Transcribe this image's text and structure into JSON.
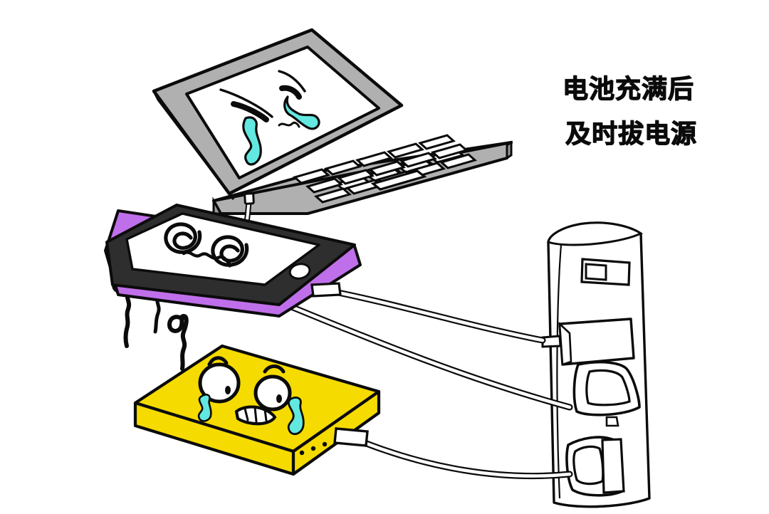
{
  "illustration": {
    "title": "battery-charging-safety-cartoon",
    "style": "hand-drawn ink cartoon on white background",
    "background_color": "#ffffff",
    "ink_color": "#0b0b0b"
  },
  "caption": {
    "line1": "电池充满后",
    "line2": "及时拔电源",
    "full_text": "电池充满后 及时拔电源",
    "color": "#0b0b0b"
  },
  "palette": {
    "laptop_gray": "#b0b0b0",
    "laptop_gray_dark": "#9a9a9a",
    "phone_purple": "#c06fea",
    "phone_purple_dark": "#a957d4",
    "phone_bezel_black": "#2e2e2e",
    "powerbank_yellow": "#f5db00",
    "powerbank_yellow_dark": "#e2c800",
    "tear_cyan": "#62e8e0",
    "screen_white": "#ffffff",
    "outline": "#0b0b0b"
  },
  "devices": [
    {
      "id": "laptop",
      "name": "laptop",
      "body_color": "#b0b0b0",
      "screen_color": "#ffffff",
      "face_expression": "crying",
      "face_parts": [
        "closed-squinting-eyes",
        "cyan-tear-streams",
        "small-wavy-mouth"
      ],
      "has_keyboard": true,
      "keyboard_rows": 4,
      "has_trackpad": true,
      "charging": true
    },
    {
      "id": "phone",
      "name": "smartphone",
      "body_color": "#c06fea",
      "bezel_color": "#2e2e2e",
      "screen_color": "#ffffff",
      "face_expression": "dizzy",
      "face_parts": [
        "spiral-eye-left",
        "spiral-eye-right",
        "wavy-mouth"
      ],
      "has_home_button": true,
      "charging": true,
      "emits_steam": true,
      "steam_squiggle_count": 3
    },
    {
      "id": "power-bank",
      "name": "power-bank",
      "body_color": "#f5db00",
      "face_expression": "crying-distressed",
      "face_parts": [
        "wide-open-eyes",
        "raised-eyebrows",
        "cyan-tear-streams",
        "zigzag-mouth"
      ],
      "led_indicator_dots": 3,
      "charging": true
    },
    {
      "id": "power-strip",
      "name": "wall-power-strip",
      "body_color": "#ffffff",
      "outline_color": "#0b0b0b",
      "has_rocker_switch": true,
      "socket_count": 3,
      "plugged_adapters": 3
    }
  ],
  "cables": [
    {
      "id": "cable-laptop",
      "from": "laptop",
      "to": "power-strip",
      "color": "#ffffff",
      "outline": "#0b0b0b"
    },
    {
      "id": "cable-phone",
      "from": "phone",
      "to": "power-strip",
      "color": "#ffffff",
      "outline": "#0b0b0b"
    },
    {
      "id": "cable-powerbank",
      "from": "power-bank",
      "to": "power-strip",
      "color": "#ffffff",
      "outline": "#0b0b0b"
    }
  ]
}
